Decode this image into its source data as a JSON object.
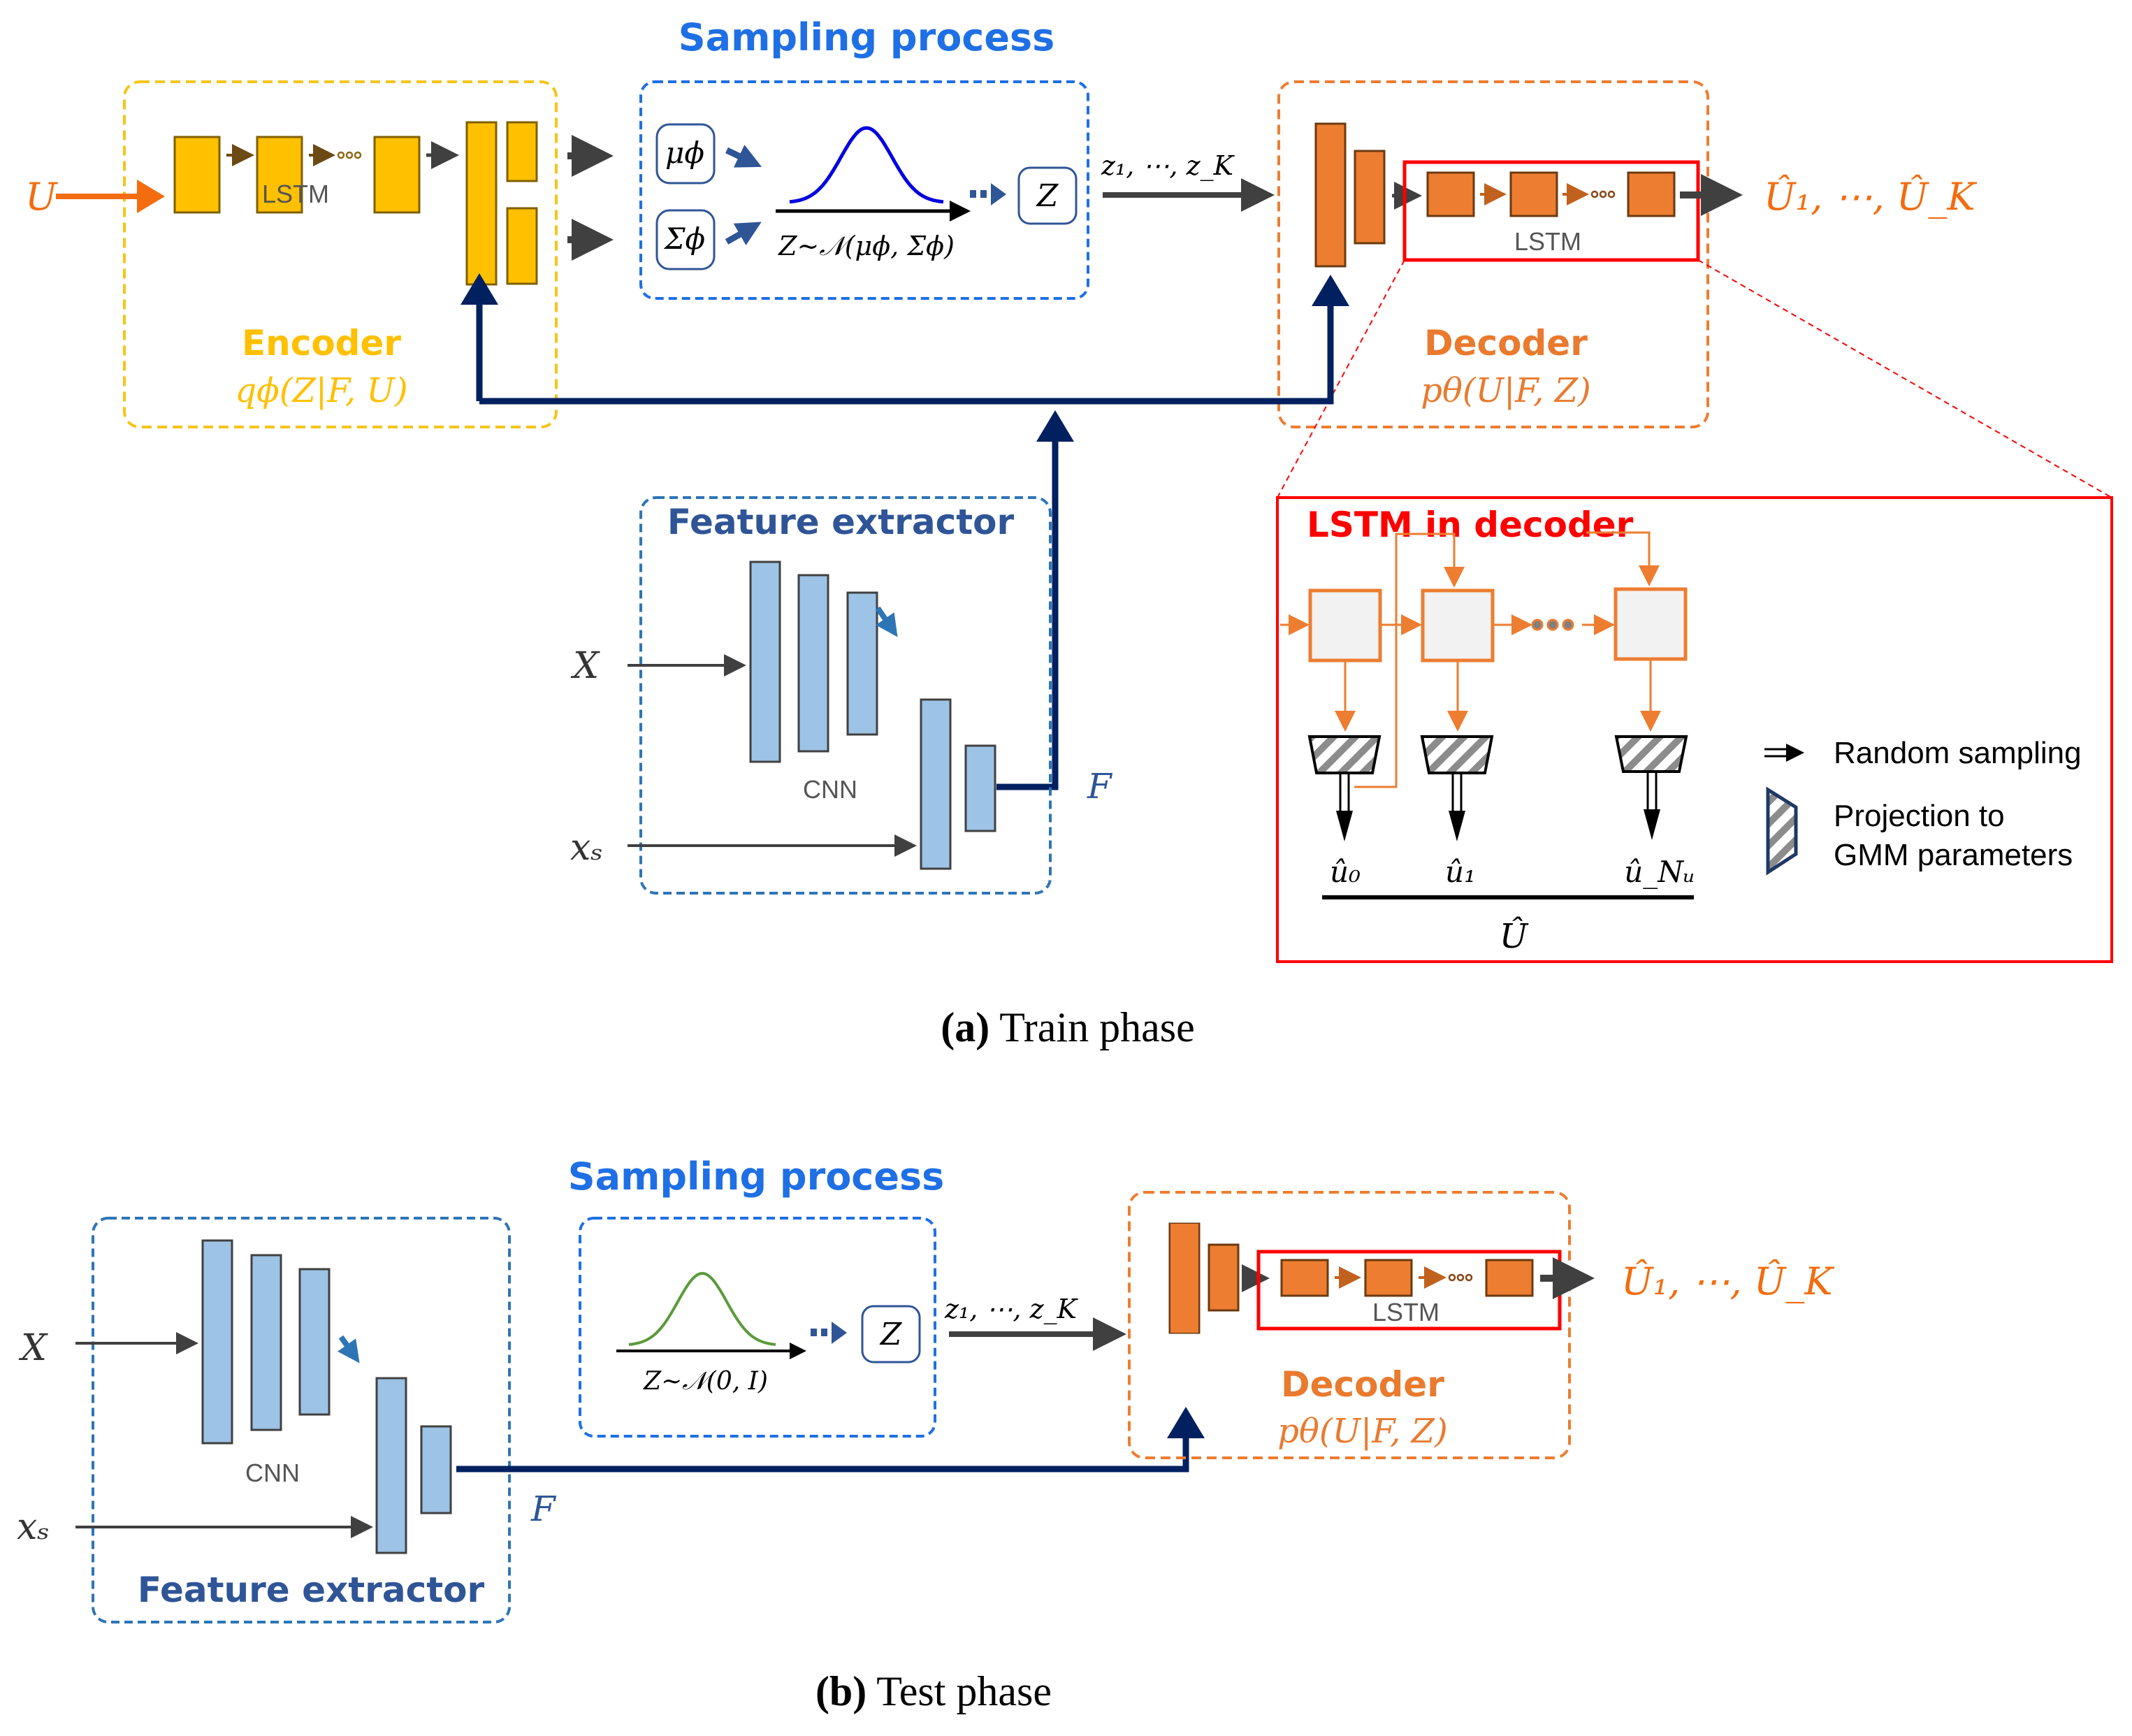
{
  "colors": {
    "encoder": "#FFC000",
    "encoder_border": "#F5C518",
    "decoder": "#ED7D31",
    "decoder_text": "#E97A2E",
    "sampling": "#1F6FE5",
    "feature": "#2F5597",
    "feature_box": "#2E75B6",
    "cnn_fill": "#9DC3E6",
    "navy": "#002060",
    "red": "#FF0000",
    "dark_arrow": "#404040",
    "gauss_train": "#0000E0",
    "gauss_test": "#5A9A3A",
    "input_U": "#F36C0F"
  },
  "train": {
    "sampling_title": "Sampling process",
    "encoder_title": "Encoder",
    "encoder_formula": "qϕ(Z|F, U)",
    "encoder_lstm_label": "LSTM",
    "input_U": "U",
    "mu_label": "μϕ",
    "sigma_label": "Σϕ",
    "dist_formula": "Z∼𝒩(μϕ, Σϕ)",
    "z_label": "Z",
    "z_seq": "z₁, ⋯, z_K",
    "decoder_title": "Decoder",
    "decoder_formula": "pθ(U|F, Z)",
    "decoder_lstm_label": "LSTM",
    "output": "Û₁, ⋯, Û_K",
    "feature_title": "Feature extractor",
    "cnn_label": "CNN",
    "input_X": "X",
    "input_xs": "xₛ",
    "feature_F": "F",
    "caption_letter": "(a)",
    "caption_text": "Train phase"
  },
  "lstm_detail": {
    "title": "LSTM in decoder",
    "outputs": [
      "û₀",
      "û₁",
      "û_Nᵤ"
    ],
    "sequence_label": "Û",
    "legend": [
      {
        "icon": "double-arrow-icon",
        "label": "Random sampling"
      },
      {
        "icon": "projection-trapezoid-icon",
        "label_line1": "Projection to",
        "label_line2": "GMM parameters"
      }
    ]
  },
  "test": {
    "sampling_title": "Sampling process",
    "dist_formula": "Z∼𝒩(0, I)",
    "z_label": "Z",
    "z_seq": "z₁, ⋯, z_K",
    "feature_title": "Feature extractor",
    "cnn_label": "CNN",
    "input_X": "X",
    "input_xs": "xₛ",
    "feature_F": "F",
    "decoder_title": "Decoder",
    "decoder_formula": "pθ(U|F, Z)",
    "decoder_lstm_label": "LSTM",
    "output": "Û₁, ⋯, Û_K",
    "caption_letter": "(b)",
    "caption_text": "Test phase"
  }
}
